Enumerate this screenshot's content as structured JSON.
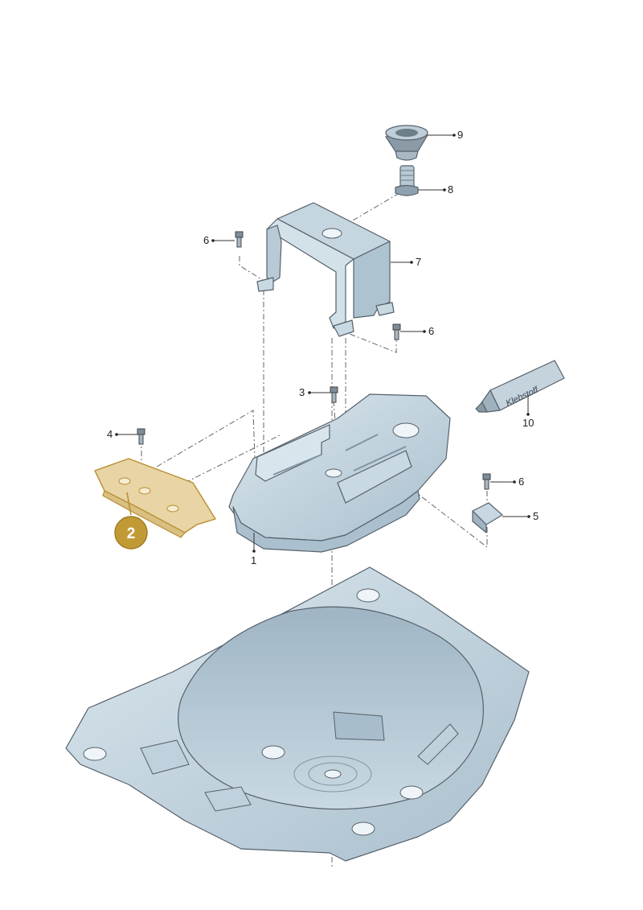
{
  "diagram": {
    "callouts": [
      {
        "id": "c1",
        "label": "1"
      },
      {
        "id": "c3",
        "label": "3"
      },
      {
        "id": "c4",
        "label": "4"
      },
      {
        "id": "c5",
        "label": "5"
      },
      {
        "id": "c6a",
        "label": "6"
      },
      {
        "id": "c6b",
        "label": "6"
      },
      {
        "id": "c6c",
        "label": "6"
      },
      {
        "id": "c7",
        "label": "7"
      },
      {
        "id": "c8",
        "label": "8"
      },
      {
        "id": "c9",
        "label": "9"
      },
      {
        "id": "c10",
        "label": "10"
      }
    ],
    "highlight_badge": "2",
    "tube_label": "Klebstoff",
    "colors": {
      "part_fill": "#c7d8e2",
      "part_dark": "#9fb4c3",
      "highlight_fill": "#e8d4a4",
      "highlight_stroke": "#b98d2e",
      "badge_fill": "#c29a35"
    }
  }
}
